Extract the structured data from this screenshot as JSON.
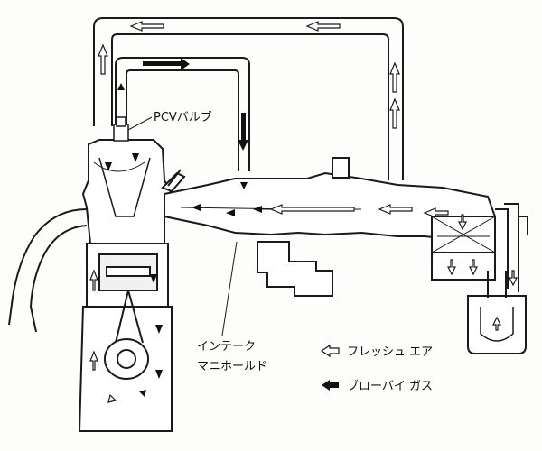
{
  "labels": {
    "pcv_valve": "PCVバルブ",
    "intake_manifold_line1": "インテーク",
    "intake_manifold_line2": "マニホールド"
  },
  "legend": {
    "fresh_air": "フレッシュ エア",
    "blowby_gas": "ブローバイ ガス"
  },
  "colors": {
    "line": "#1a1a1a",
    "fill": "#ffffff",
    "shade": "#e6e6e6",
    "background": "#fdfdfb"
  },
  "icons": {
    "fresh_air": "hollow-arrow-left",
    "blowby_gas": "solid-arrow-left"
  }
}
